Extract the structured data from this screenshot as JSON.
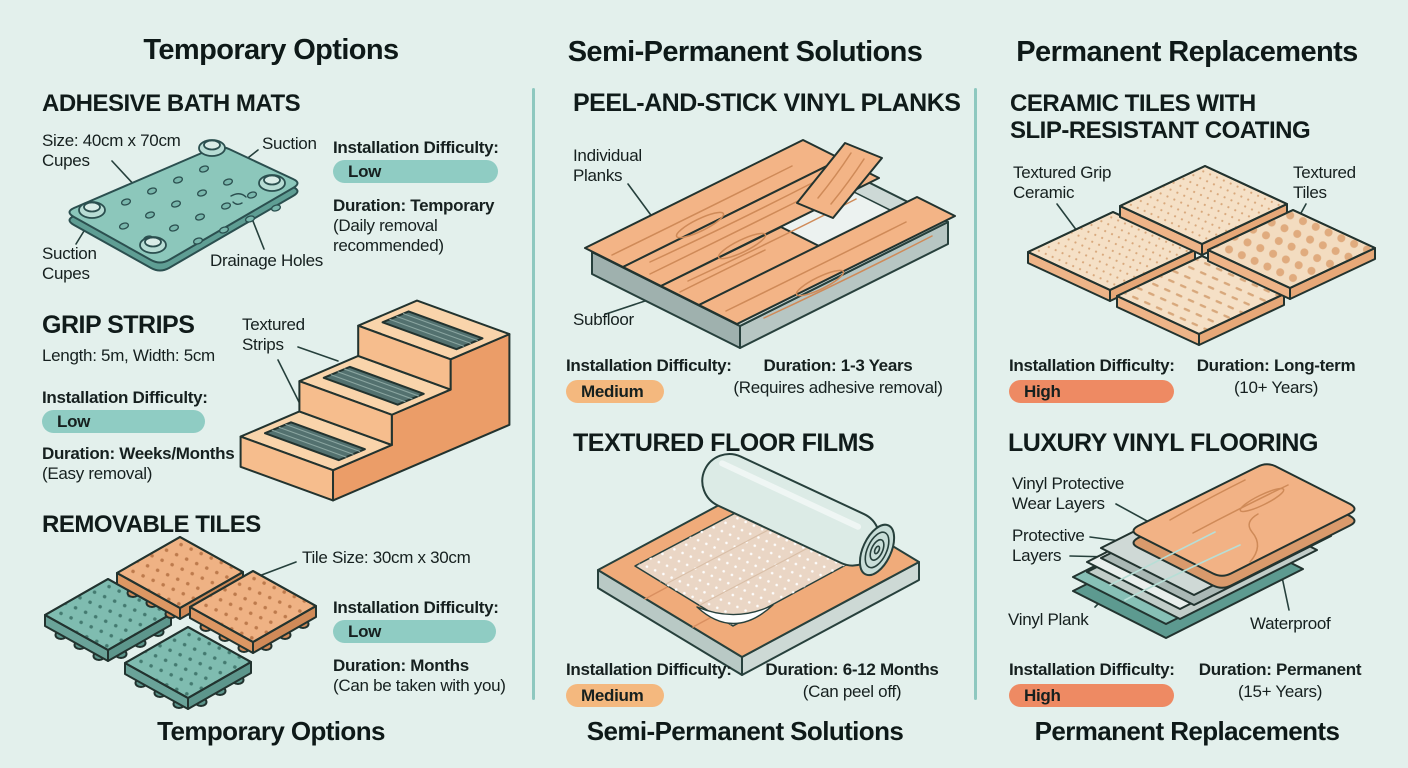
{
  "colors": {
    "background": "#e3f0ec",
    "divider": "#8ec8bf",
    "text": "#16201f",
    "low_badge": "#8fccc3",
    "medium_badge": "#f4b87e",
    "high_badge": "#ee8a63"
  },
  "columns": {
    "temporary": {
      "header": "Temporary Options",
      "footer": "Temporary Options",
      "adhesive_bath_mats": {
        "title": "ADHESIVE BATH MATS",
        "size_label": "Size: 40cm x 70cm\nCupes",
        "suction_label": "Suction",
        "suction_cups_label": "Suction\nCupes",
        "drainage_label": "Drainage Holes",
        "difficulty_label": "Installation Difficulty:",
        "difficulty_value": "Low",
        "duration_label": "Duration: Temporary",
        "duration_note": "(Daily removal\nrecommended)"
      },
      "grip_strips": {
        "title": "GRIP STRIPS",
        "dimensions_label": "Length: 5m, Width: 5cm",
        "textured_strips_label": "Textured\nStrips",
        "difficulty_label": "Installation Difficulty:",
        "difficulty_value": "Low",
        "duration_label": "Duration: Weeks/Months",
        "duration_note": "(Easy removal)"
      },
      "removable_tiles": {
        "title": "REMOVABLE TILES",
        "tile_size_label": "Tile Size: 30cm x 30cm",
        "difficulty_label": "Installation Difficulty:",
        "difficulty_value": "Low",
        "duration_label": "Duration: Months",
        "duration_note": "(Can be taken with you)"
      }
    },
    "semi_permanent": {
      "header": "Semi-Permanent Solutions",
      "footer": "Semi-Permanent Solutions",
      "peel_stick_planks": {
        "title": "PEEL-AND-STICK VINYL PLANKS",
        "planks_label": "Individual\nPlanks",
        "subfloor_label": "Subfloor",
        "difficulty_label": "Installation Difficulty:",
        "difficulty_value": "Medium",
        "duration_label": "Duration: 1-3 Years",
        "duration_note": "(Requires adhesive removal)"
      },
      "textured_films": {
        "title": "TEXTURED FLOOR FILMS",
        "difficulty_label": "Installation Difficulty:",
        "difficulty_value": "Medium",
        "duration_label": "Duration: 6-12 Months",
        "duration_note": "(Can peel off)"
      }
    },
    "permanent": {
      "header": "Permanent Replacements",
      "footer": "Permanent Replacements",
      "ceramic_tiles": {
        "title": "CERAMIC TILES WITH\nSLIP-RESISTANT COATING",
        "grip_ceramic_label": "Textured Grip\nCeramic",
        "textured_tiles_label": "Textured\nTiles",
        "difficulty_label": "Installation Difficulty:",
        "difficulty_value": "High",
        "duration_label": "Duration: Long-term",
        "duration_note": "(10+ Years)"
      },
      "luxury_vinyl": {
        "title": "LUXURY VINYL FLOORING",
        "wear_layers_label": "Vinyl Protective\nWear Layers",
        "protective_layers_label": "Protective\nLayers",
        "vinyl_plank_label": "Vinyl Plank",
        "waterproof_label": "Waterproof",
        "difficulty_label": "Installation Difficulty:",
        "difficulty_value": "High",
        "duration_label": "Duration: Permanent",
        "duration_note": "(15+ Years)"
      }
    }
  }
}
